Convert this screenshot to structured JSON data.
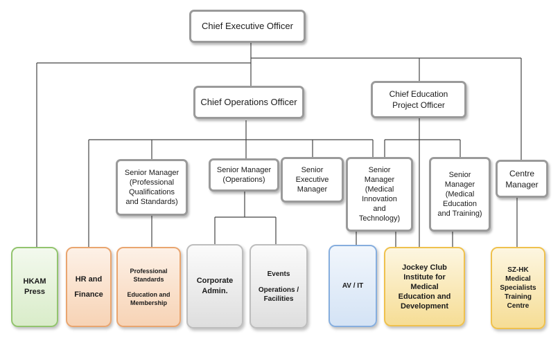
{
  "nodes": {
    "ceo": "Chief Executive Officer",
    "coo": "Chief Operations Officer",
    "cepo": "Chief Education\nProject Officer",
    "sm_pqs": "Senior Manager\n(Professional\nQualifications\nand Standards)",
    "sm_ops": "Senior Manager\n(Operations)",
    "sem": "Senior\nExecutive\nManager",
    "sm_mit": "Senior\nManager\n(Medical\nInnovation\nand\nTechnology)",
    "sm_met": "Senior\nManager\n(Medical\nEducation\nand Training)",
    "centre_mgr": "Centre\nManager"
  },
  "units": {
    "hkam_press": "HKAM\nPress",
    "hr_finance": "HR and\nFinance",
    "prof_standards": "Professional\nStandards",
    "edu_membership": "Education and\nMembership",
    "corporate_admin": "Corporate\nAdmin.",
    "events": "Events",
    "ops_facilities": "Operations /\nFacilities",
    "av_it": "AV / IT",
    "jockey_club": "Jockey Club\nInstitute for\nMedical\nEducation and\nDevelopment",
    "sz_hk": "SZ-HK\nMedical\nSpecialists\nTraining\nCentre"
  },
  "colors": {
    "connector": "#444444",
    "manager_border": "#9a9a9a",
    "green": "#92c46e",
    "orange": "#e9a56f",
    "grey": "#bdbdbd",
    "blue": "#86aede",
    "yellow": "#efc14d"
  }
}
